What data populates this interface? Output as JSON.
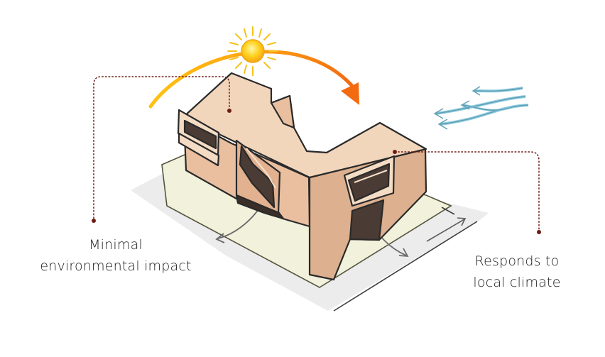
{
  "annotations": {
    "left": {
      "line1": "Minimal",
      "line2": "environmental impact"
    },
    "right": {
      "line1": "Responds to",
      "line2": "local climate"
    }
  },
  "colors": {
    "building_top": "#f2d6bc",
    "building_left": "#e9bfa0",
    "building_front": "#ddb08f",
    "ground": "#ececec",
    "green_plinth": "#f1f1dc",
    "sun": "#ffd21f",
    "arc_start": "#ffc20e",
    "arc_end": "#f36a10",
    "wind": "#8ecbde",
    "callout_dot": "#6e1b16"
  },
  "icons": {
    "sun": "sun-icon",
    "wind": "wind-icon",
    "sun_path": "sun-path-arrow-icon"
  }
}
